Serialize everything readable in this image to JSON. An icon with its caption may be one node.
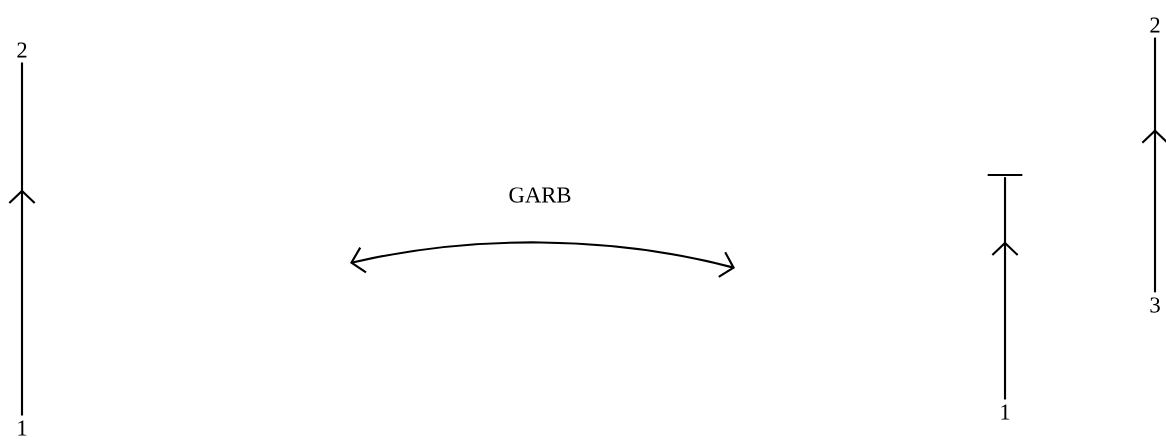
{
  "diagram": {
    "nodes": [
      {
        "text": [
          "2"
        ]
      },
      {
        "text": [
          "1"
        ]
      },
      {
        "text": [],
        "shape": "bar"
      },
      {
        "text": [
          "1"
        ]
      },
      {
        "text": [
          "2"
        ]
      },
      {
        "text": [
          "3"
        ]
      }
    ],
    "edges": [
      {
        "from": 1,
        "to": 0,
        "arrow": "to"
      },
      {
        "from": 3,
        "to": 2,
        "arrow": "to"
      },
      {
        "from": 5,
        "to": 4,
        "arrow": "to"
      }
    ],
    "labels": [
      "GARB"
    ]
  }
}
